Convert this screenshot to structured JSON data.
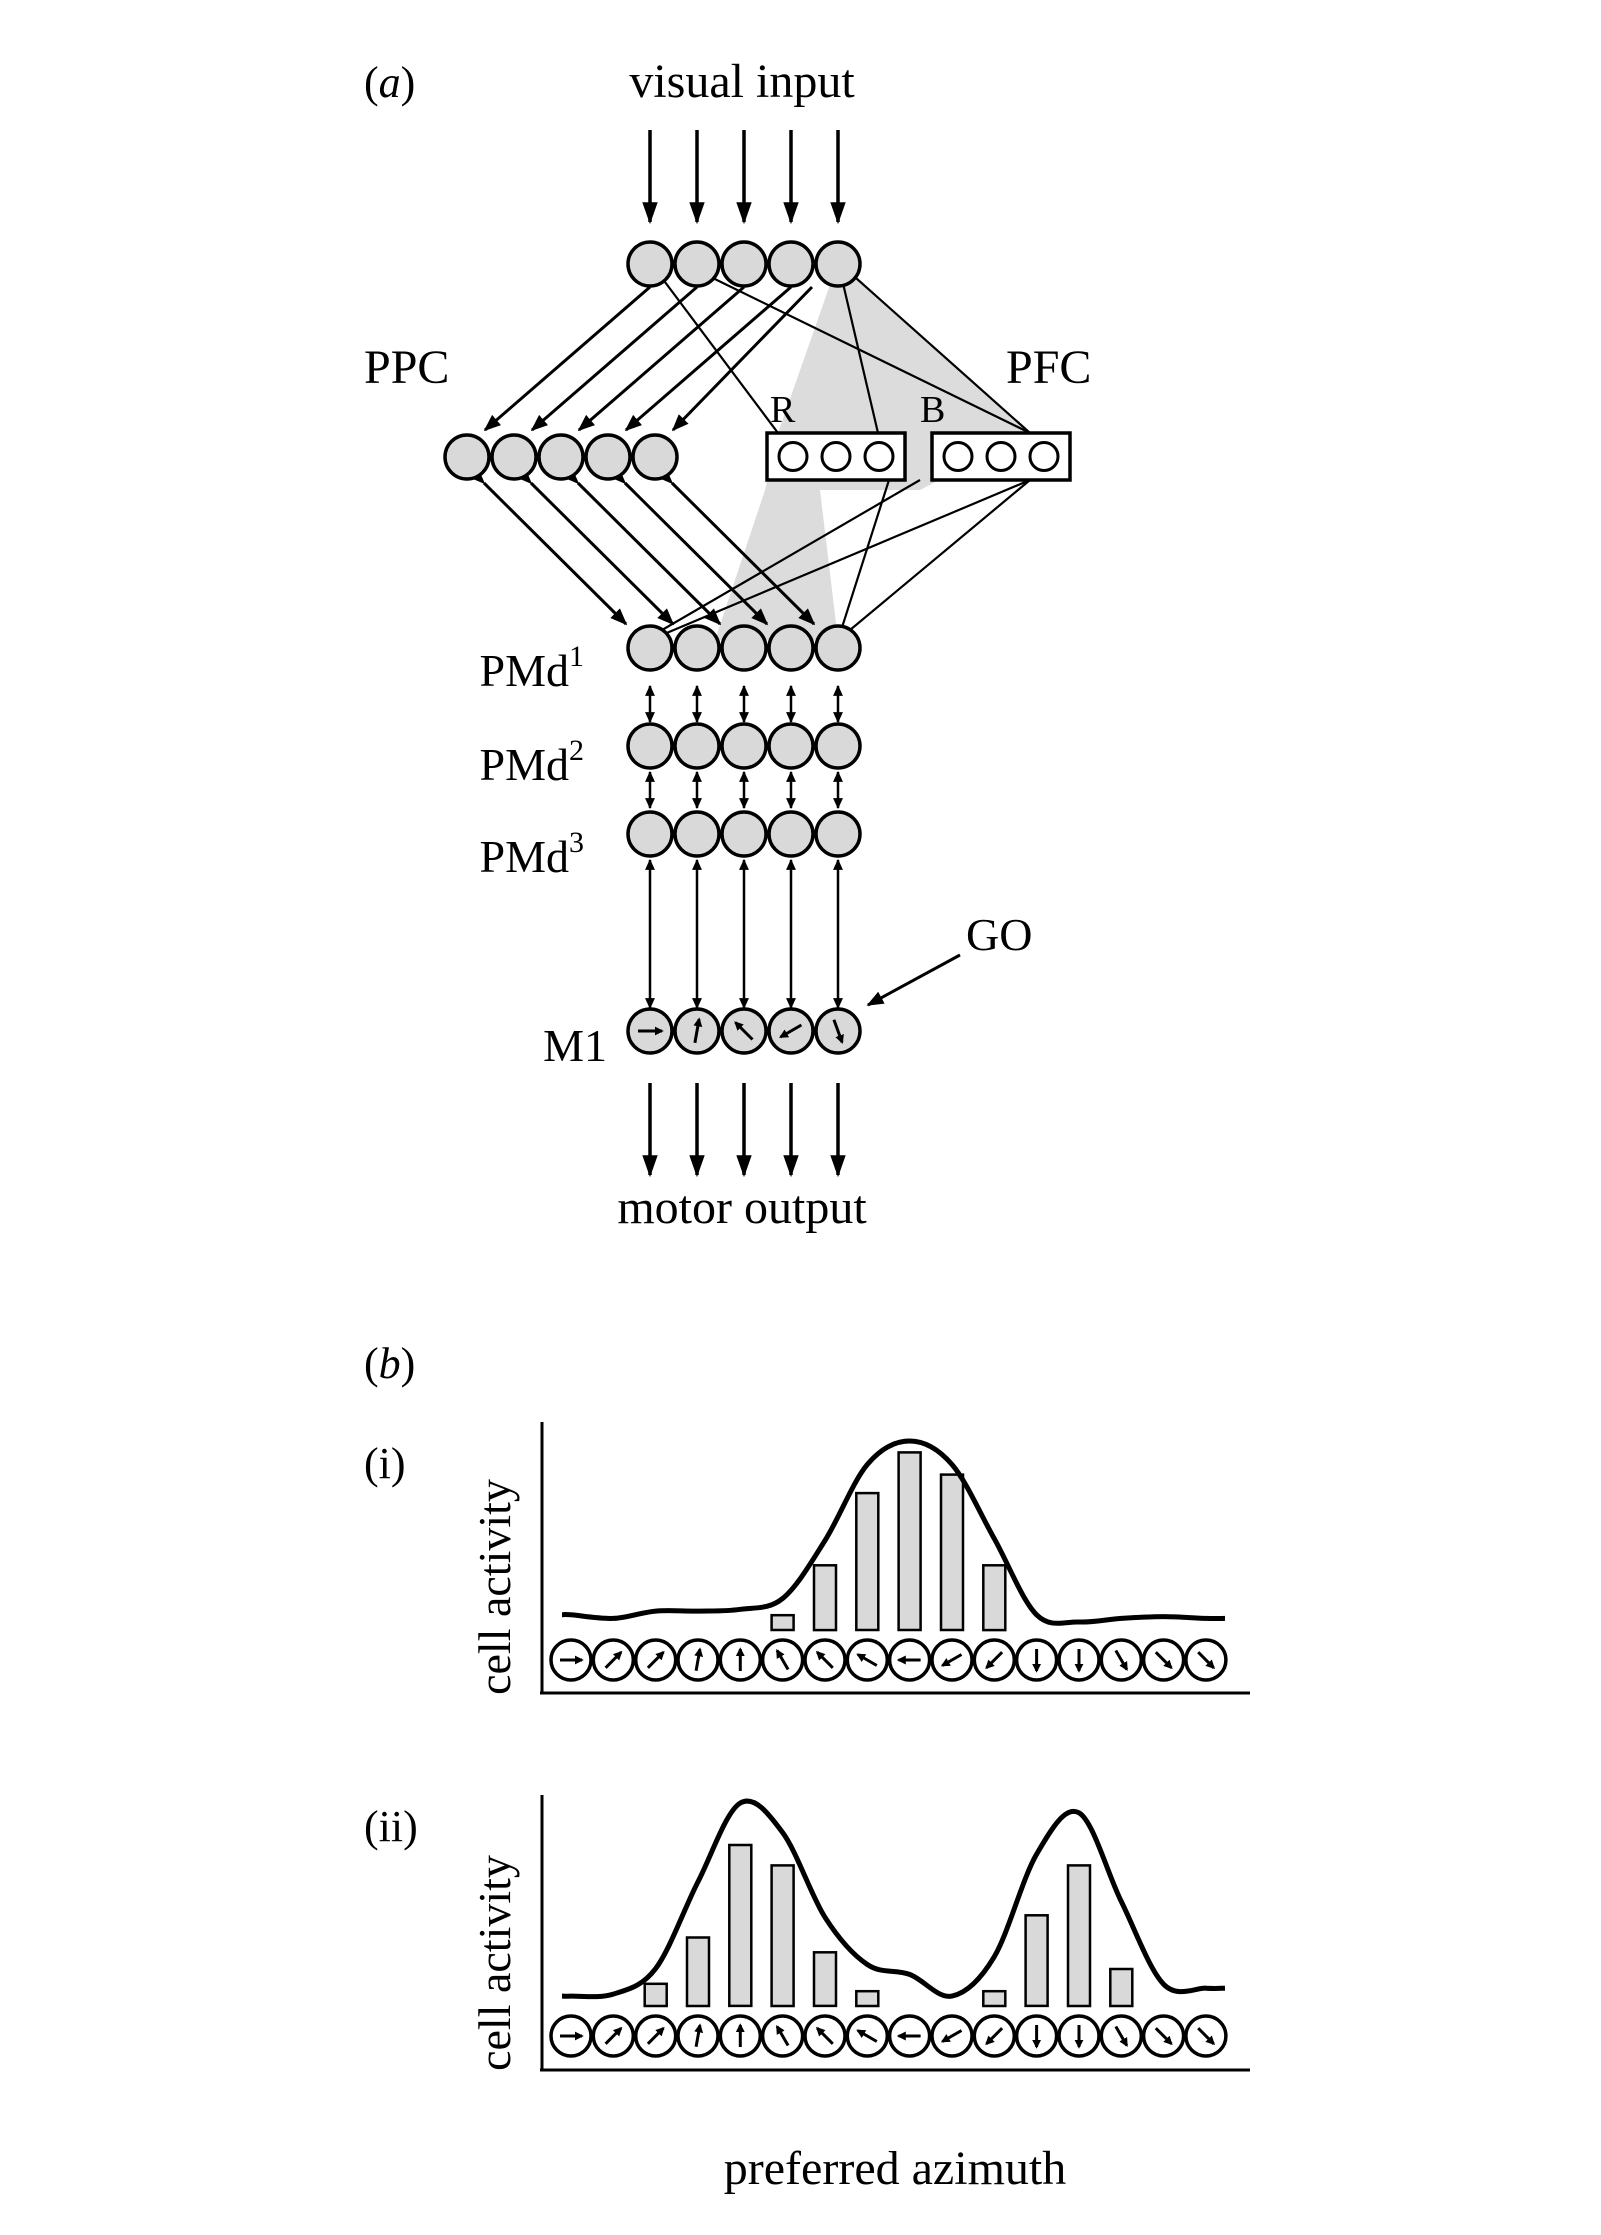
{
  "colors": {
    "neuron_fill": "#d9d9d9",
    "pfc_shading": "#dcdcdc",
    "bar_fill": "#d9d9d9",
    "ink": "#000000"
  },
  "panel_a": {
    "label_open": "(",
    "label_letter": "a",
    "label_close": ")",
    "input_label": "visual input",
    "output_label": "motor output",
    "ppc_label": "PPC",
    "pfc_label": "PFC",
    "rule_r_label": "R",
    "rule_b_label": "B",
    "pmd1_label": "PMd",
    "pmd1_sup": "1",
    "pmd2_label": "PMd",
    "pmd2_sup": "2",
    "pmd3_label": "PMd",
    "pmd3_sup": "3",
    "m1_label": "M1",
    "go_label": "GO",
    "m1_preferred_directions_deg": [
      0,
      80,
      135,
      210,
      290
    ]
  },
  "panel_b": {
    "label_open": "(",
    "label_letter": "b",
    "label_close": ")",
    "x_axis_label": "preferred azimuth",
    "cell_directions_deg": [
      0,
      45,
      45,
      80,
      90,
      120,
      135,
      150,
      180,
      210,
      225,
      270,
      270,
      300,
      315,
      315
    ],
    "chart_data": [
      {
        "type": "bar",
        "panel_label": "(i)",
        "ylabel": "cell activity",
        "bar_values": [
          0,
          0,
          0,
          0,
          0,
          0.08,
          0.35,
          0.74,
          0.96,
          0.84,
          0.35,
          0,
          0,
          0,
          0,
          0
        ],
        "curve_values": [
          0.04,
          0.02,
          0.06,
          0.06,
          0.07,
          0.13,
          0.45,
          0.87,
          1.0,
          0.87,
          0.46,
          0.04,
          0.0,
          0.02,
          0.03,
          0.02
        ]
      },
      {
        "type": "bar",
        "panel_label": "(ii)",
        "ylabel": "cell activity",
        "bar_values": [
          0,
          0,
          0.12,
          0.37,
          0.87,
          0.76,
          0.29,
          0.08,
          0,
          0,
          0.08,
          0.49,
          0.76,
          0.2,
          0,
          0
        ],
        "curve_values": [
          0.02,
          0.03,
          0.16,
          0.6,
          1.0,
          0.85,
          0.42,
          0.18,
          0.13,
          0.02,
          0.22,
          0.74,
          0.95,
          0.5,
          0.08,
          0.06
        ]
      }
    ]
  }
}
